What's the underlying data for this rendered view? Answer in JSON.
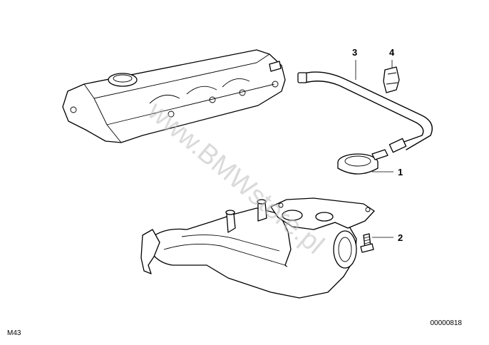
{
  "callouts": [
    {
      "id": "1",
      "label": "1"
    },
    {
      "id": "2",
      "label": "2"
    },
    {
      "id": "3",
      "label": "3"
    },
    {
      "id": "4",
      "label": "4"
    }
  ],
  "watermark": "www.BMWstore.pl",
  "diagram_code": "M43",
  "image_code": "00000818"
}
